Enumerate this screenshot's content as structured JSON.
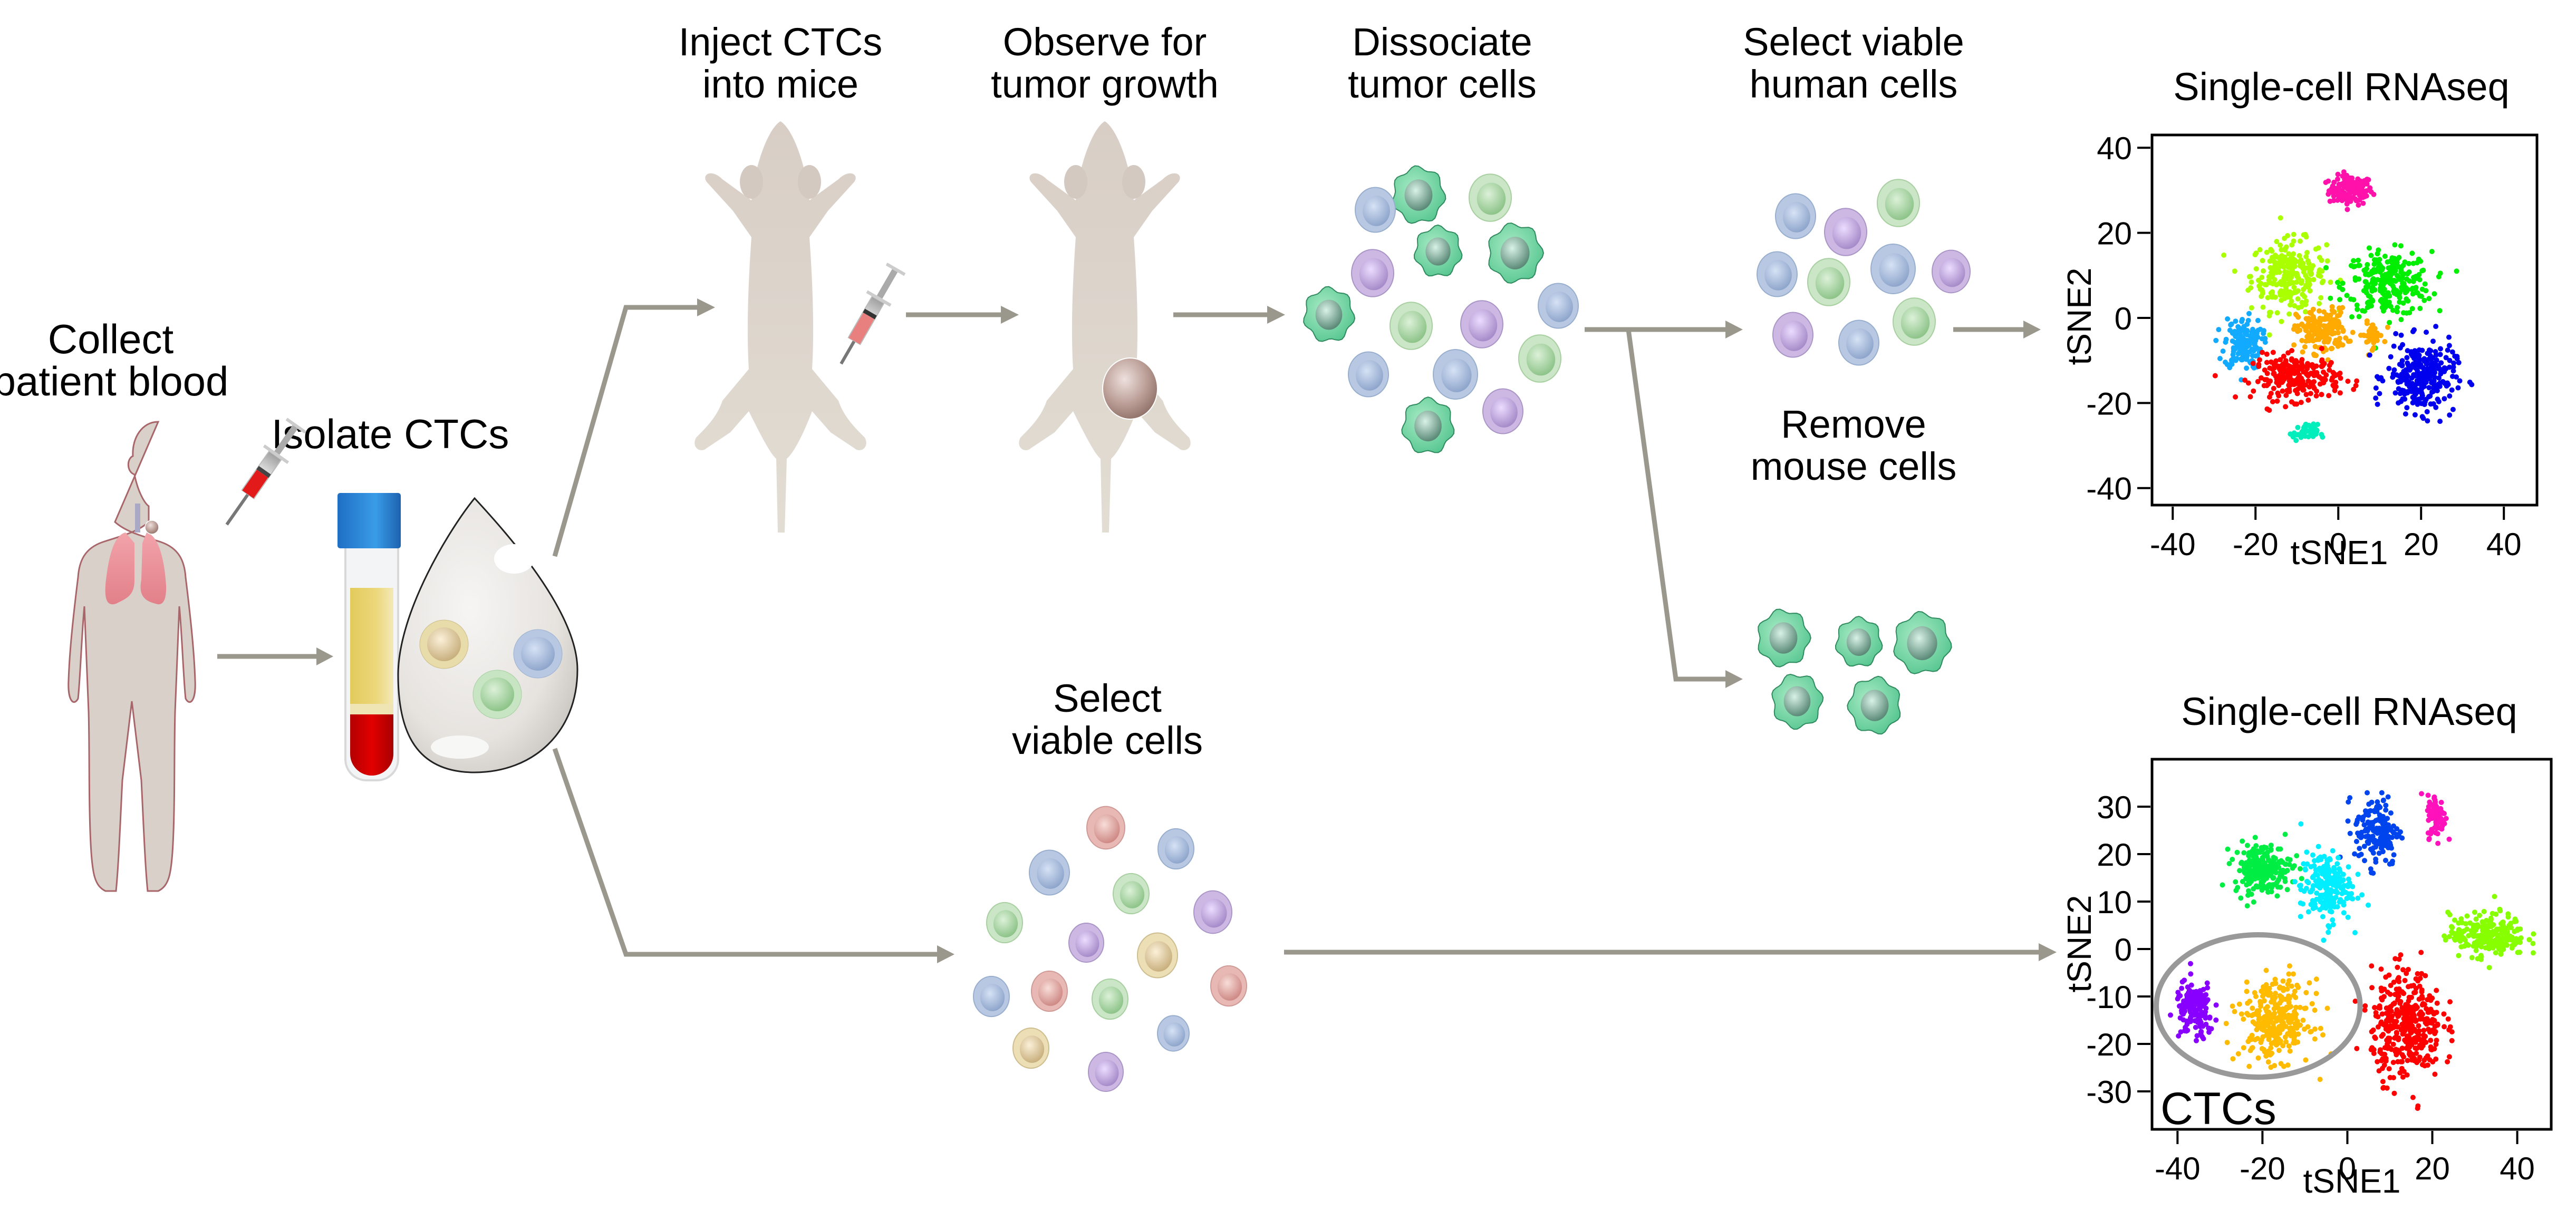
{
  "figure": {
    "steps": {
      "collect": [
        "Collect",
        "patient blood"
      ],
      "isolate": [
        "Isolate CTCs"
      ],
      "inject": [
        "Inject CTCs",
        "into mice"
      ],
      "observe": [
        "Observe for",
        "tumor growth"
      ],
      "dissociate": [
        "Dissociate",
        "tumor cells"
      ],
      "select_human": [
        "Select viable",
        "human cells"
      ],
      "remove_mouse": [
        "Remove",
        "mouse cells"
      ],
      "select_viable": [
        "Select",
        "viable cells"
      ]
    },
    "colors": {
      "arrow": "#9a978d",
      "skin": "#d9d0c9",
      "skin_outline": "#a8666a",
      "lung": "#e8919a",
      "mouse": "#ddd5cc",
      "mouse_cell": "#5fd39a",
      "cell_blue": "#a9bcd9",
      "cell_purple": "#c4a8dc",
      "cell_green": "#b5dcae",
      "cell_red": "#e4a3a0",
      "cell_yellow": "#e8d9a8",
      "tube_cap": "#2a7fd4",
      "plasma": "#e8d36a",
      "blood": "#d60000",
      "ellipse": "#999999"
    }
  },
  "chart_data": [
    {
      "type": "scatter",
      "title": "Single-cell RNAseq",
      "xlabel": "tSNE1",
      "ylabel": "tSNE2",
      "xlim": [
        -45,
        48
      ],
      "ylim": [
        -44,
        43
      ],
      "xticks": [
        -40,
        -20,
        0,
        20,
        40
      ],
      "yticks": [
        -40,
        -20,
        0,
        20,
        40
      ],
      "xtick_labels": [
        "-40",
        "-20",
        "0",
        "20",
        "40"
      ],
      "ytick_labels": [
        "-40",
        "-20",
        "0",
        "20",
        "40"
      ],
      "grid": false,
      "clusters": [
        {
          "name": "magenta",
          "color": "#ff11aa",
          "center": [
            3,
            30
          ],
          "spread": [
            3.5,
            2.3
          ],
          "n": 130
        },
        {
          "name": "yellow-green",
          "color": "#aaff00",
          "center": [
            -12,
            10
          ],
          "spread": [
            6,
            5.5
          ],
          "n": 260
        },
        {
          "name": "green",
          "color": "#00ee00",
          "center": [
            12,
            8
          ],
          "spread": [
            7,
            5
          ],
          "n": 260
        },
        {
          "name": "light-blue",
          "color": "#11aaff",
          "center": [
            -23,
            -6
          ],
          "spread": [
            3,
            4
          ],
          "n": 150
        },
        {
          "name": "orange",
          "color": "#ffaa00",
          "center": [
            -4,
            -3
          ],
          "spread": [
            4,
            3.5
          ],
          "n": 170
        },
        {
          "name": "orange-small",
          "color": "#ffaa00",
          "center": [
            8,
            -4
          ],
          "spread": [
            2,
            2
          ],
          "n": 40
        },
        {
          "name": "red",
          "color": "#ff0000",
          "center": [
            -10,
            -14
          ],
          "spread": [
            7,
            3.5
          ],
          "n": 230
        },
        {
          "name": "blue",
          "color": "#0000ee",
          "center": [
            20,
            -14
          ],
          "spread": [
            5.5,
            5.5
          ],
          "n": 280
        },
        {
          "name": "teal",
          "color": "#00eebb",
          "center": [
            -8,
            -27
          ],
          "spread": [
            2,
            1.3
          ],
          "n": 45
        }
      ]
    },
    {
      "type": "scatter",
      "title": "Single-cell RNAseq",
      "xlabel": "tSNE1",
      "ylabel": "tSNE2",
      "xlim": [
        -46,
        48
      ],
      "ylim": [
        -38,
        40
      ],
      "xticks": [
        -40,
        -20,
        0,
        20,
        40
      ],
      "yticks": [
        -30,
        -20,
        -10,
        0,
        10,
        20,
        30
      ],
      "xtick_labels": [
        "-40",
        "-20",
        "0",
        "20",
        "40"
      ],
      "ytick_labels": [
        "-30",
        "-20",
        "-10",
        "0",
        "10",
        "20",
        "30"
      ],
      "grid": false,
      "annotation": {
        "text": "CTCs",
        "ellipse_center": [
          -21,
          -12
        ],
        "ellipse_radii": [
          24,
          15
        ]
      },
      "clusters": [
        {
          "name": "blue",
          "color": "#0044ee",
          "center": [
            7,
            25
          ],
          "spread": [
            3.5,
            5
          ],
          "n": 170
        },
        {
          "name": "magenta",
          "color": "#ff11bb",
          "center": [
            21,
            28
          ],
          "spread": [
            1.4,
            3
          ],
          "n": 80
        },
        {
          "name": "green",
          "color": "#00ee44",
          "center": [
            -20,
            17
          ],
          "spread": [
            4.5,
            3.5
          ],
          "n": 220
        },
        {
          "name": "cyan",
          "color": "#00eeff",
          "center": [
            -5,
            13
          ],
          "spread": [
            4,
            5
          ],
          "n": 200
        },
        {
          "name": "yellow-green",
          "color": "#88ff00",
          "center": [
            33,
            3
          ],
          "spread": [
            6,
            3
          ],
          "n": 220
        },
        {
          "name": "red",
          "color": "#ff0000",
          "center": [
            14,
            -16
          ],
          "spread": [
            5.5,
            7.5
          ],
          "n": 380
        },
        {
          "name": "purple",
          "color": "#8800ff",
          "center": [
            -36,
            -13
          ],
          "spread": [
            3,
            4
          ],
          "n": 150
        },
        {
          "name": "orange",
          "color": "#ffbb00",
          "center": [
            -17,
            -15
          ],
          "spread": [
            5.5,
            5.5
          ],
          "n": 300
        }
      ]
    }
  ]
}
